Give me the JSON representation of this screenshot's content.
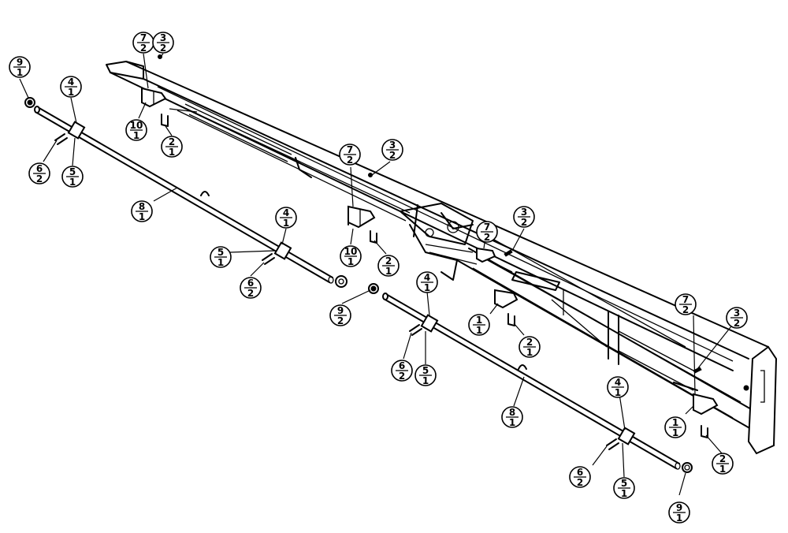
{
  "callouts": [
    {
      "id": "c-9-1-a",
      "num": "9",
      "qty": "1"
    },
    {
      "id": "c-4-1-a",
      "num": "4",
      "qty": "1"
    },
    {
      "id": "c-6-2-a",
      "num": "6",
      "qty": "2"
    },
    {
      "id": "c-5-1-a",
      "num": "5",
      "qty": "1"
    },
    {
      "id": "c-7-2-a",
      "num": "7",
      "qty": "2"
    },
    {
      "id": "c-3-2-a",
      "num": "3",
      "qty": "2"
    },
    {
      "id": "c-10-1-a",
      "num": "10",
      "qty": "1"
    },
    {
      "id": "c-2-1-a",
      "num": "2",
      "qty": "1"
    },
    {
      "id": "c-8-1-a",
      "num": "8",
      "qty": "1"
    },
    {
      "id": "c-7-2-b",
      "num": "7",
      "qty": "2"
    },
    {
      "id": "c-3-2-b",
      "num": "3",
      "qty": "2"
    },
    {
      "id": "c-4-1-b",
      "num": "4",
      "qty": "1"
    },
    {
      "id": "c-5-1-b",
      "num": "5",
      "qty": "1"
    },
    {
      "id": "c-6-2-b",
      "num": "6",
      "qty": "2"
    },
    {
      "id": "c-10-1-b",
      "num": "10",
      "qty": "1"
    },
    {
      "id": "c-2-1-b",
      "num": "2",
      "qty": "1"
    },
    {
      "id": "c-9-2",
      "num": "9",
      "qty": "2"
    },
    {
      "id": "c-7-2-c",
      "num": "7",
      "qty": "2"
    },
    {
      "id": "c-3-2-c",
      "num": "3",
      "qty": "2"
    },
    {
      "id": "c-4-1-c",
      "num": "4",
      "qty": "1"
    },
    {
      "id": "c-1-1-a",
      "num": "1",
      "qty": "1"
    },
    {
      "id": "c-2-1-c",
      "num": "2",
      "qty": "1"
    },
    {
      "id": "c-6-2-c",
      "num": "6",
      "qty": "2"
    },
    {
      "id": "c-5-1-c",
      "num": "5",
      "qty": "1"
    },
    {
      "id": "c-8-1-b",
      "num": "8",
      "qty": "1"
    },
    {
      "id": "c-7-2-d",
      "num": "7",
      "qty": "2"
    },
    {
      "id": "c-3-2-d",
      "num": "3",
      "qty": "2"
    },
    {
      "id": "c-4-1-d",
      "num": "4",
      "qty": "1"
    },
    {
      "id": "c-1-1-b",
      "num": "1",
      "qty": "1"
    },
    {
      "id": "c-2-1-d",
      "num": "2",
      "qty": "1"
    },
    {
      "id": "c-6-2-d",
      "num": "6",
      "qty": "2"
    },
    {
      "id": "c-5-1-d",
      "num": "5",
      "qty": "1"
    },
    {
      "id": "c-9-1-b",
      "num": "9",
      "qty": "1"
    }
  ]
}
